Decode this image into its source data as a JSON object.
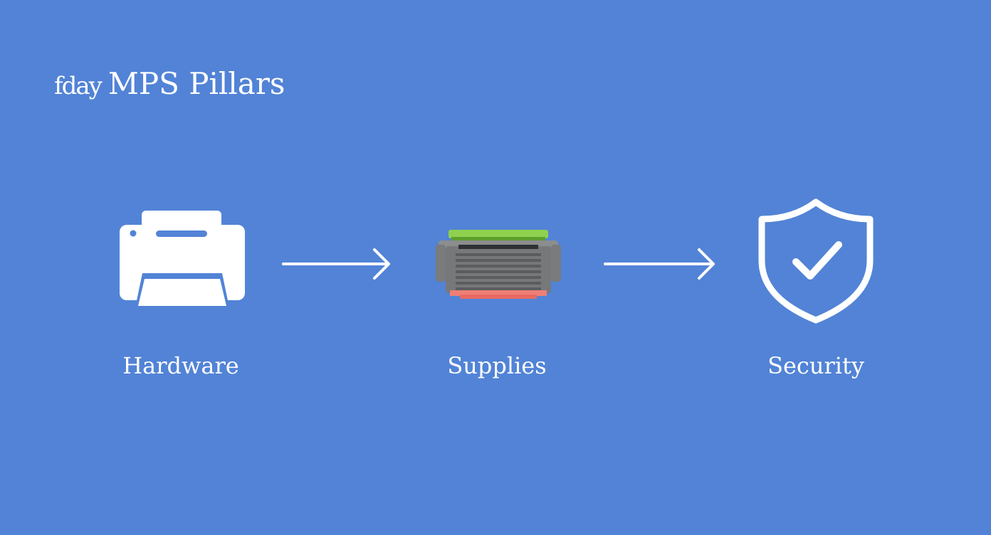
{
  "header": {
    "logo_text": "fday",
    "title": "MPS Pillars"
  },
  "pillars": [
    {
      "label": "Hardware",
      "icon": "printer-icon"
    },
    {
      "label": "Supplies",
      "icon": "toner-cartridge-icon"
    },
    {
      "label": "Security",
      "icon": "shield-check-icon"
    }
  ],
  "colors": {
    "background": "#5283d6",
    "foreground": "#ffffff",
    "cartridge_top": "#8fd14f",
    "cartridge_body": "#77787a",
    "cartridge_base": "#ef7f76"
  }
}
